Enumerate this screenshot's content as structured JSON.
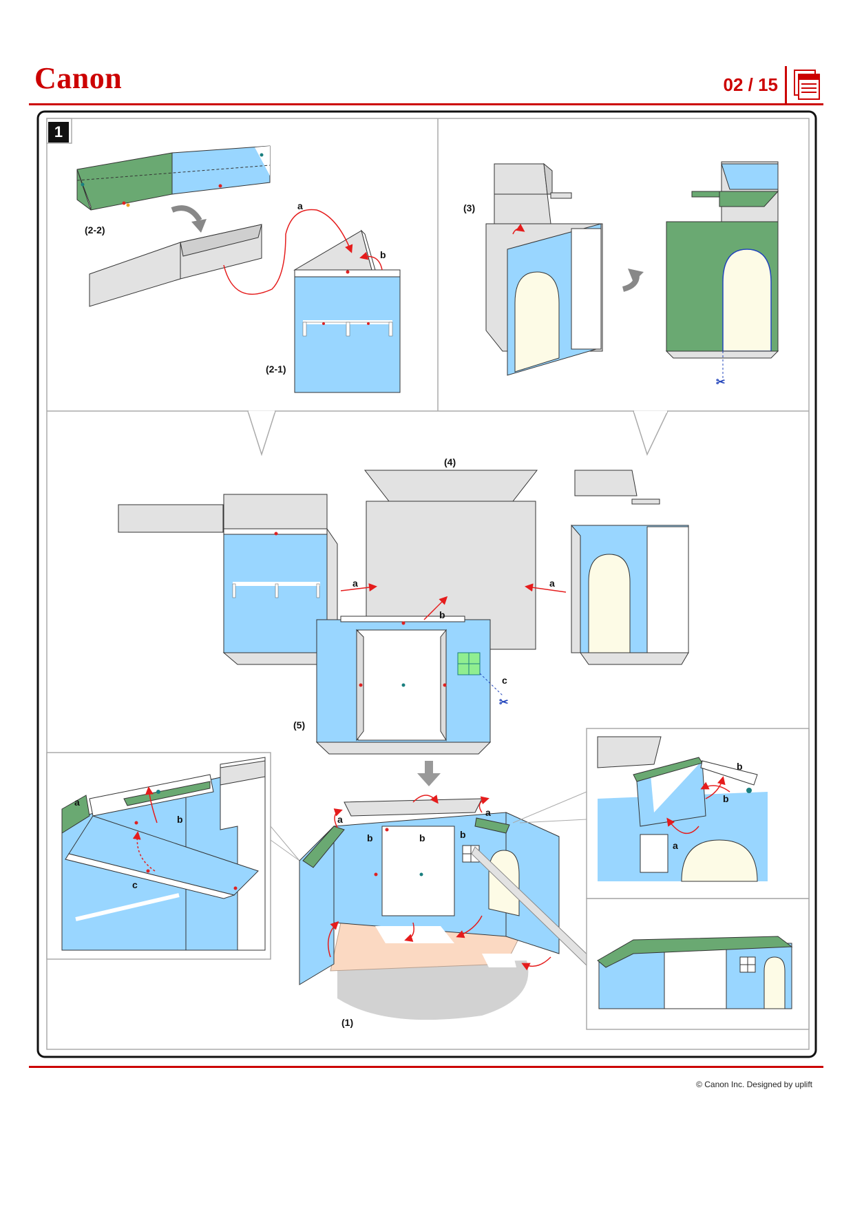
{
  "header": {
    "brand": "Canon",
    "page_number": "02 / 15"
  },
  "step": {
    "number": "1"
  },
  "labels": {
    "p2_2": "(2-2)",
    "p2_1": "(2-1)",
    "p3": "(3)",
    "p4": "(4)",
    "p5": "(5)",
    "p1": "(1)",
    "a": "a",
    "b": "b",
    "c": "c"
  },
  "footer": {
    "copyright": "© Canon Inc. Designed by uplift"
  },
  "colors": {
    "brand_red": "#cc0000",
    "wall_blue": "#99d6ff",
    "roof_green": "#6aa972",
    "gray_part": "#e2e2e2",
    "floor_peach": "#fbd9c2",
    "arch_cream": "#fdfbe6",
    "fold_arrow": "#e51c1c"
  },
  "icons": {
    "page_icon": "document-stack-icon",
    "scissors": "scissors-icon",
    "rotate": "curved-arrow-icon",
    "down": "down-arrow-icon"
  }
}
